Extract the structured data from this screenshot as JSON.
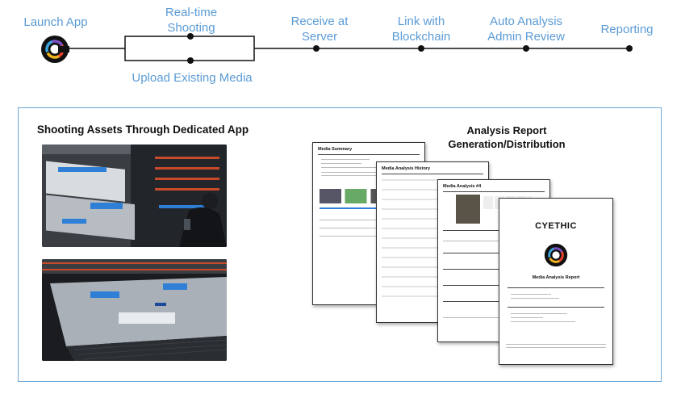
{
  "flow": {
    "steps": [
      {
        "label_lines": [
          "Launch App"
        ]
      },
      {
        "label_lines": [
          "Real-time",
          "Shooting"
        ]
      },
      {
        "label_lines": [
          "Upload Existing Media"
        ]
      },
      {
        "label_lines": [
          "Receive at",
          "Server"
        ]
      },
      {
        "label_lines": [
          "Link with",
          "Blockchain"
        ]
      },
      {
        "label_lines": [
          "Auto Analysis",
          "Admin Review"
        ]
      },
      {
        "label_lines": [
          "Reporting"
        ]
      }
    ],
    "accent_color": "#5b9bd5",
    "logo_icon": "cyethic-logo-icon"
  },
  "panel": {
    "left_heading": "Shooting Assets Through Dedicated App",
    "right_heading_lines": [
      "Analysis Report",
      "Generation/Distribution"
    ]
  },
  "documents": {
    "summary_title": "Media Summary",
    "history_title": "Media Analysis History",
    "detail_title": "Media Analysis #4",
    "report_brand": "CYETHIC",
    "report_subtitle": "Media Analysis Report"
  }
}
